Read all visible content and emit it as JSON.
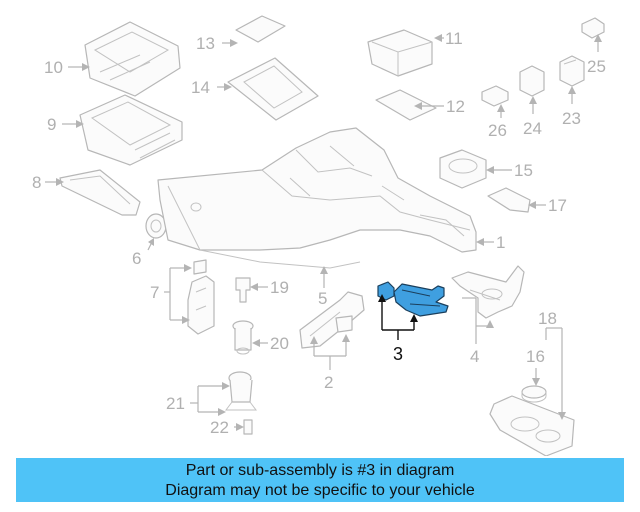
{
  "diagram": {
    "callouts": [
      "1",
      "2",
      "3",
      "4",
      "5",
      "6",
      "7",
      "8",
      "9",
      "10",
      "11",
      "12",
      "13",
      "14",
      "15",
      "16",
      "17",
      "18",
      "19",
      "20",
      "21",
      "22",
      "23",
      "24",
      "25",
      "26"
    ],
    "highlighted_part": "3",
    "colors": {
      "highlight": "#3f9fe0",
      "outline": "#b7b7b7",
      "banner": "#4fc3f7"
    }
  },
  "banner": {
    "line1": "Part or sub-assembly is #3 in diagram",
    "line2": "Diagram may not be specific to your vehicle"
  }
}
